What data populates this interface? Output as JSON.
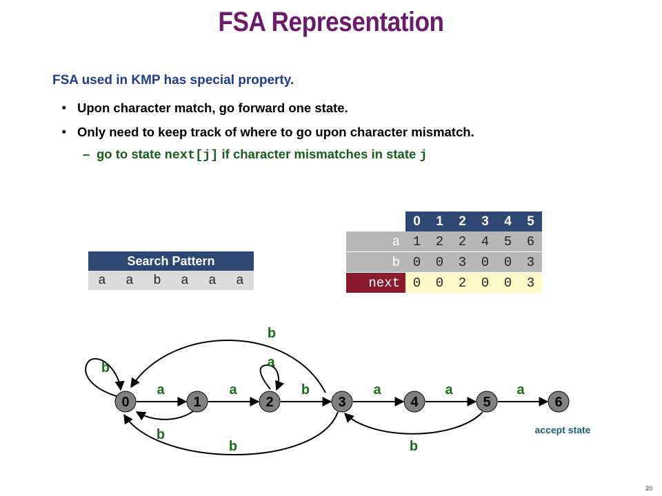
{
  "title": "FSA Representation",
  "subtitle": "FSA used in KMP has special property.",
  "bullets": [
    "Upon character match, go forward one state.",
    "Only need to keep track of where to go upon character mismatch."
  ],
  "sub_bullet": {
    "pre": "go to state ",
    "code1": "next[j]",
    "mid": " if character mismatches in state ",
    "code2": "j"
  },
  "search_pattern": {
    "header": "Search Pattern",
    "chars": [
      "a",
      "a",
      "b",
      "a",
      "a",
      "a"
    ]
  },
  "dfa_table": {
    "columns": [
      "0",
      "1",
      "2",
      "3",
      "4",
      "5"
    ],
    "rows": [
      {
        "label": "a",
        "values": [
          "1",
          "2",
          "2",
          "4",
          "5",
          "6"
        ]
      },
      {
        "label": "b",
        "values": [
          "0",
          "0",
          "3",
          "0",
          "0",
          "3"
        ]
      },
      {
        "label": "next",
        "values": [
          "0",
          "0",
          "2",
          "0",
          "0",
          "3"
        ]
      }
    ]
  },
  "diagram": {
    "states": [
      "0",
      "1",
      "2",
      "3",
      "4",
      "5",
      "6"
    ],
    "forward_labels": [
      "a",
      "a",
      "b",
      "a",
      "a",
      "a"
    ],
    "self_loop_0": "b",
    "self_loop_2": "a",
    "arc_top": "b",
    "arc_1_0": "b",
    "arc_3_0": "b",
    "arc_5_3": "b",
    "accept_label": "accept state"
  },
  "page_number": "20",
  "colors": {
    "title": "#6a1b6a",
    "subtitle": "#1f3d8c",
    "table_header": "#2e4772",
    "next_label": "#8b1a2e",
    "next_cells": "#fff8c8",
    "edge_labels": "#1a6e1a",
    "state_fill": "#808080"
  }
}
